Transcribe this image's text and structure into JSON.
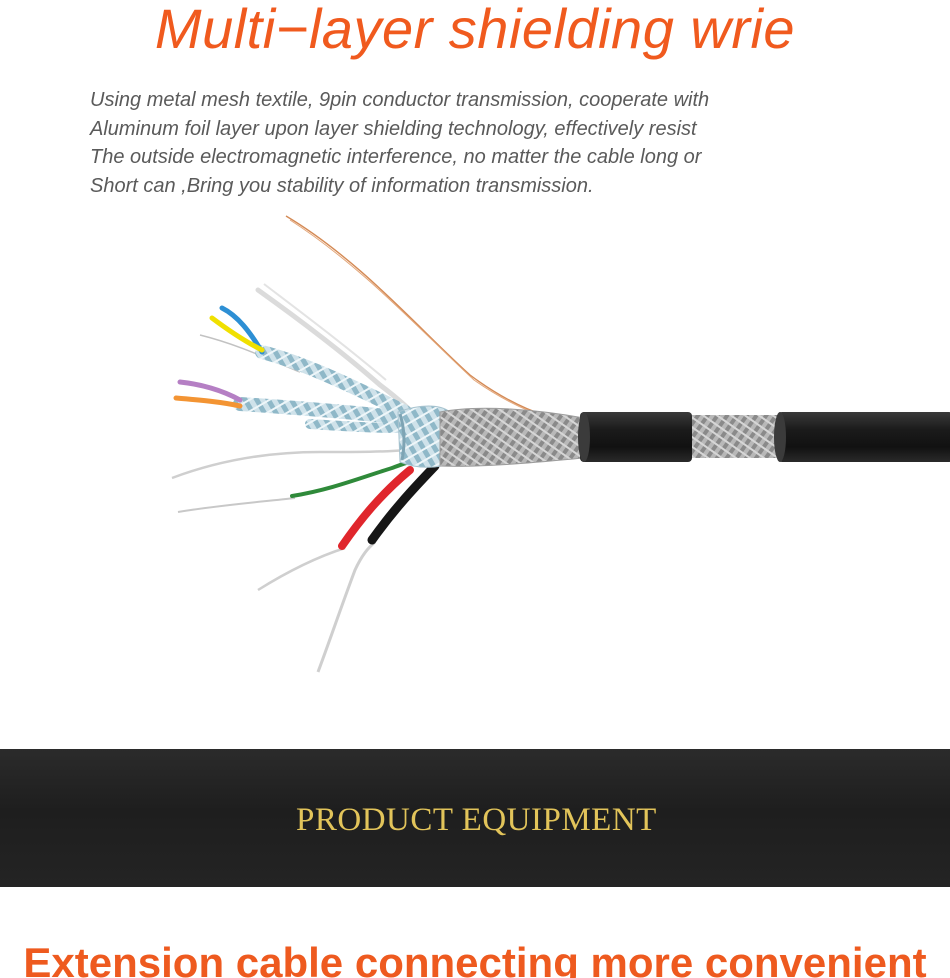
{
  "headline": {
    "text": "Multi−layer shielding wrie"
  },
  "description": {
    "lines": [
      "Using metal mesh textile, 9pin conductor transmission, cooperate with",
      "Aluminum foil layer upon layer shielding technology, effectively resist",
      "The outside electromagnetic interference, no matter the cable long  or",
      "Short can ,Bring you stability of information transmission."
    ]
  },
  "banner": {
    "text": "PRODUCT  EQUIPMENT"
  },
  "subheadline": {
    "text": "Extension cable connecting more convenient"
  },
  "colors": {
    "headline": "#f05a1e",
    "banner_text": "#e2c45a",
    "subheadline": "#ee5a1f",
    "body_text": "#5a5a5a"
  }
}
